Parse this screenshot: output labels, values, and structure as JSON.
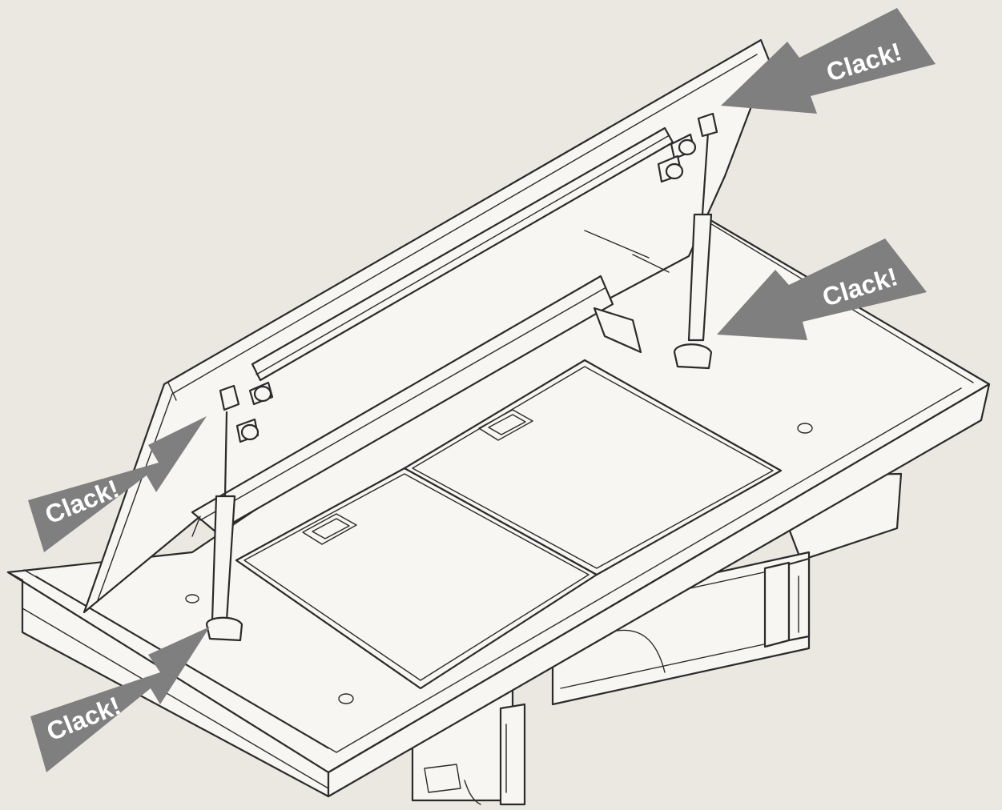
{
  "figure": {
    "background": "#ebe8e2",
    "line_color": "#2b2b2b",
    "arrow_color": "#7f7f7f",
    "callouts": [
      {
        "label": "Clack!"
      },
      {
        "label": "Clack!"
      },
      {
        "label": "Clack!"
      },
      {
        "label": "Clack!"
      }
    ]
  }
}
